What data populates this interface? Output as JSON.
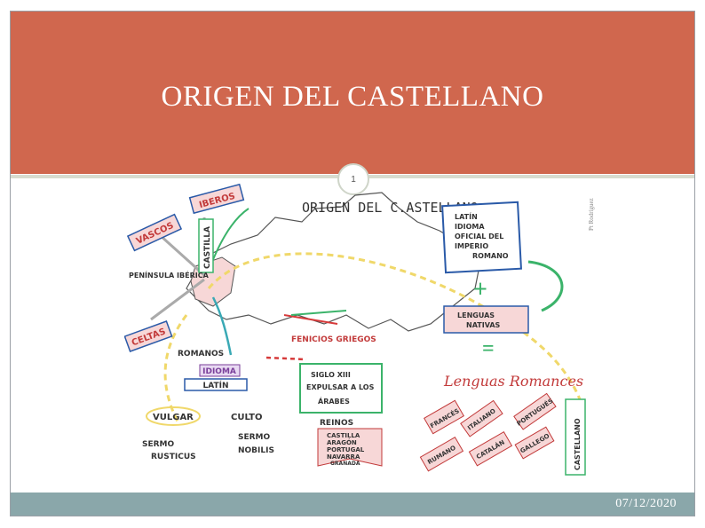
{
  "slide": {
    "title": "ORIGEN DEL CASTELLANO",
    "slide_number": "1",
    "date": "07/12/2020"
  },
  "map": {
    "heading": "ORIGEN DEL C.ASTELLANO",
    "signature": "Pt Rodríguez",
    "pueblos": [
      "IBEROS",
      "VASCOS",
      "CASTILLA",
      "PENÍNSULA IBÉRICA",
      "CELTAS"
    ],
    "routes": [
      "ROMANOS",
      "FENICIOS GRIEGOS"
    ],
    "idioma": "IDIOMA",
    "latin": "LATÍN",
    "vulgar": "VULGAR",
    "culto": "CULTO",
    "sermo_rusticus": [
      "SERMO",
      "RUSTICUS"
    ],
    "sermo_nobilis": [
      "SERMO",
      "NOBILIS"
    ],
    "latin_box": [
      "LATÍN",
      "IDIOMA",
      "OFICIAL DEL",
      "IMPERIO",
      "ROMANO"
    ],
    "plus": "+",
    "lenguas_nativas": [
      "LENGUAS",
      "NATIVAS"
    ],
    "equals": "=",
    "lenguas_romances": "Lenguas Romances",
    "siglo_box": [
      "SIGLO XIII",
      "EXPULSAR A LOS",
      "ÁRABES"
    ],
    "reinos": "REINOS",
    "reinos_list": [
      "CASTILLA",
      "ARAGÓN",
      "PORTUGAL",
      "NAVARRA",
      "GRANADA"
    ],
    "romances": [
      "FRANCÉS",
      "ITALIANO",
      "PORTUGUÉS",
      "RUMANO",
      "CATALÁN",
      "GALLEGO",
      "CASTELLANO"
    ]
  }
}
